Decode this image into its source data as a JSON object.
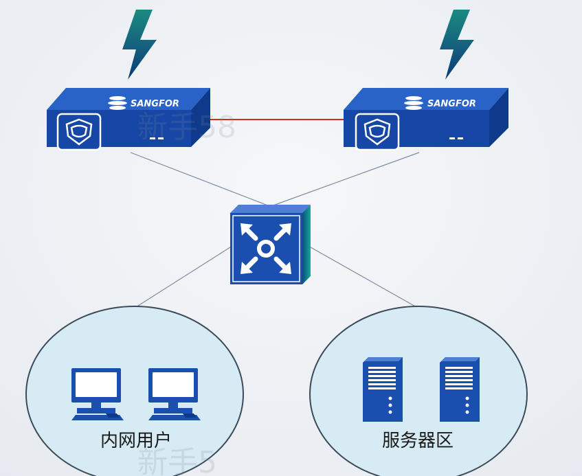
{
  "devices": {
    "firewall_left": {
      "brand": "SANGFOR",
      "icon": "shield-icon"
    },
    "firewall_right": {
      "brand": "SANGFOR",
      "icon": "shield-icon"
    },
    "core_switch": {
      "icon": "switch-arrows-icon"
    }
  },
  "zones": {
    "intranet": {
      "label": "内网用户",
      "icon": "desktop-computer-icon"
    },
    "servers": {
      "label": "服务器区",
      "icon": "server-tower-icon"
    }
  },
  "links": {
    "ha_link_color": "#d42a20",
    "uplink_color": "#7a8da3"
  },
  "colors": {
    "device_blue": "#1747a6",
    "device_dark": "#0f3a8c",
    "lightning_top": "#1c7a7a",
    "lightning_bottom": "#0c3d78",
    "zone_fill": "#d6ebf3",
    "zone_stroke": "#3a4a5a"
  },
  "watermark": {
    "text1": "新手58",
    "text2": "新手5"
  }
}
